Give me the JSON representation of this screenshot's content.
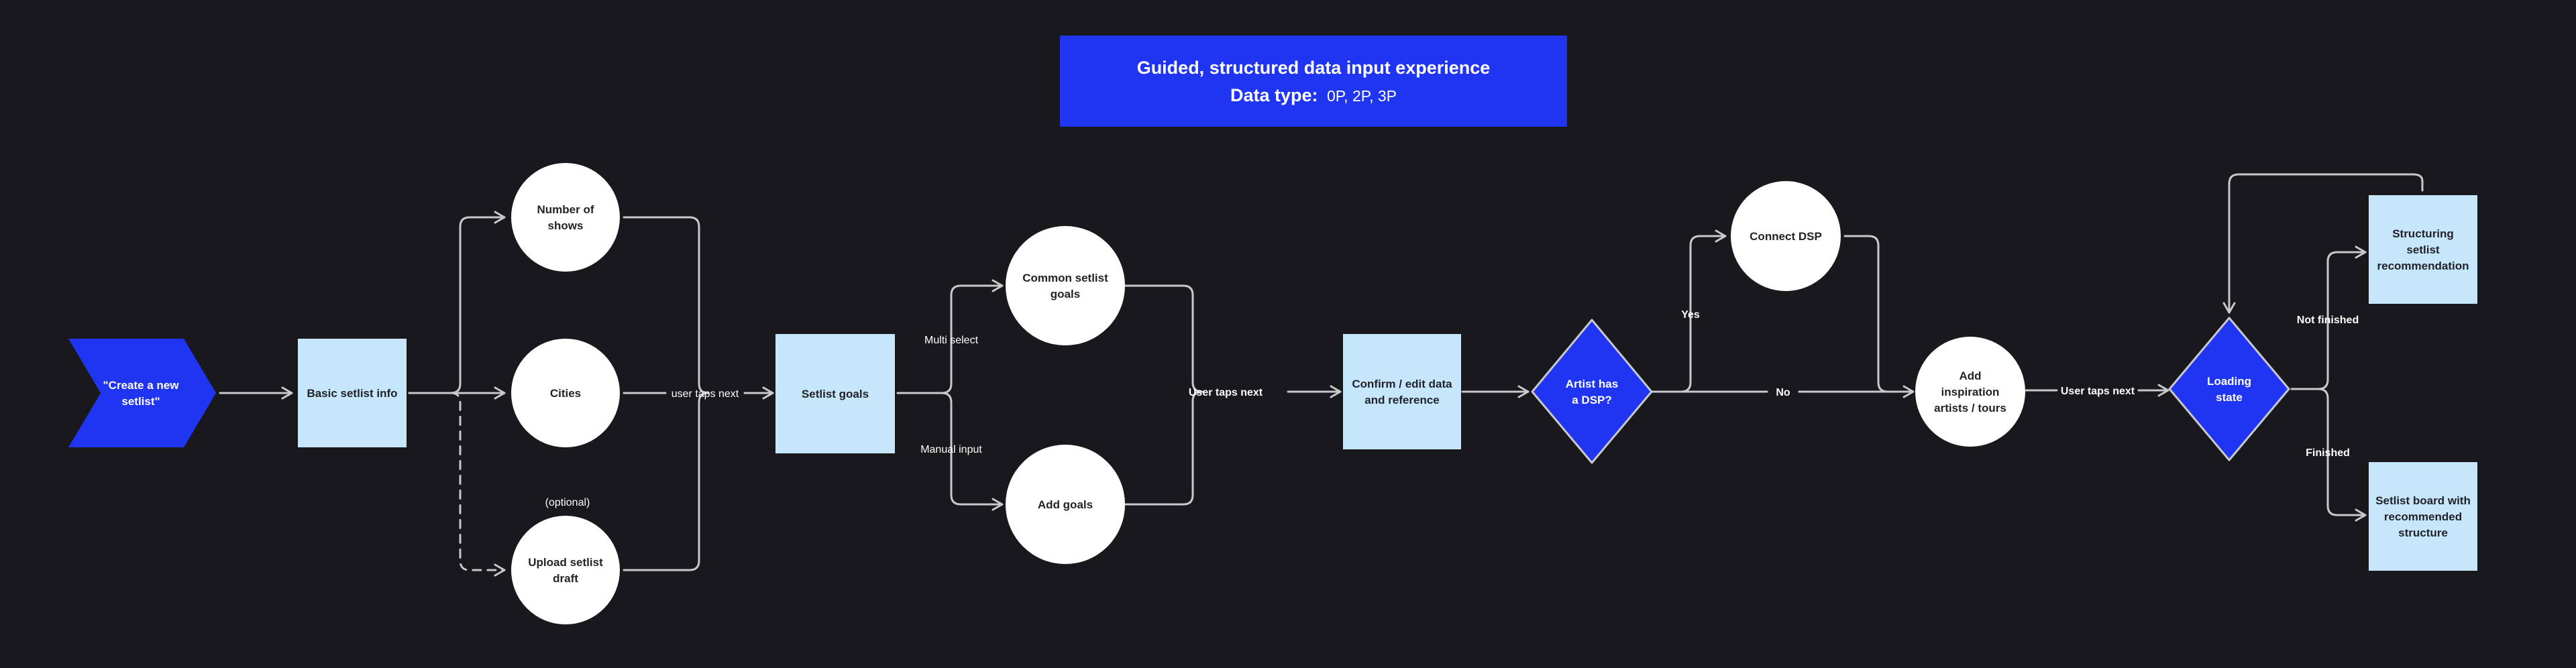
{
  "header": {
    "title": "Guided, structured data input experience",
    "data_type_label": "Data type:",
    "data_type_value": "0P, 2P, 3P"
  },
  "colors": {
    "background": "#18181d",
    "accent_blue": "#2035f2",
    "light_blue": "#c5e6fb",
    "white": "#ffffff",
    "line": "#c9c9cc"
  },
  "nodes": {
    "start": [
      "\"Create a new",
      "setlist\""
    ],
    "basic_info": [
      "Basic setlist info"
    ],
    "num_shows": [
      "Number of",
      "shows"
    ],
    "cities": [
      "Cities"
    ],
    "upload_draft": [
      "Upload setlist",
      "draft"
    ],
    "optional_label": "(optional)",
    "setlist_goals": [
      "Setlist goals"
    ],
    "common_goals": [
      "Common setlist",
      "goals"
    ],
    "add_goals": [
      "Add goals"
    ],
    "confirm": [
      "Confirm / edit data",
      "and reference"
    ],
    "artist_dsp": [
      "Artist has",
      "a DSP?"
    ],
    "connect_dsp": [
      "Connect DSP"
    ],
    "add_inspiration": [
      "Add",
      "inspiration",
      "artists / tours"
    ],
    "loading": [
      "Loading",
      "state"
    ],
    "structuring": [
      "Structuring",
      "setlist",
      "recommendation"
    ],
    "setlist_board": [
      "Setlist board with",
      "recommended",
      "structure"
    ]
  },
  "edge_labels": {
    "user_taps_next_1": "user taps next",
    "multi_select": "Multi select",
    "manual_input": "Manual input",
    "user_taps_next_2": "User taps next",
    "yes": "Yes",
    "no": "No",
    "user_taps_next_3": "User taps next",
    "not_finished": "Not finished",
    "finished": "Finished"
  }
}
